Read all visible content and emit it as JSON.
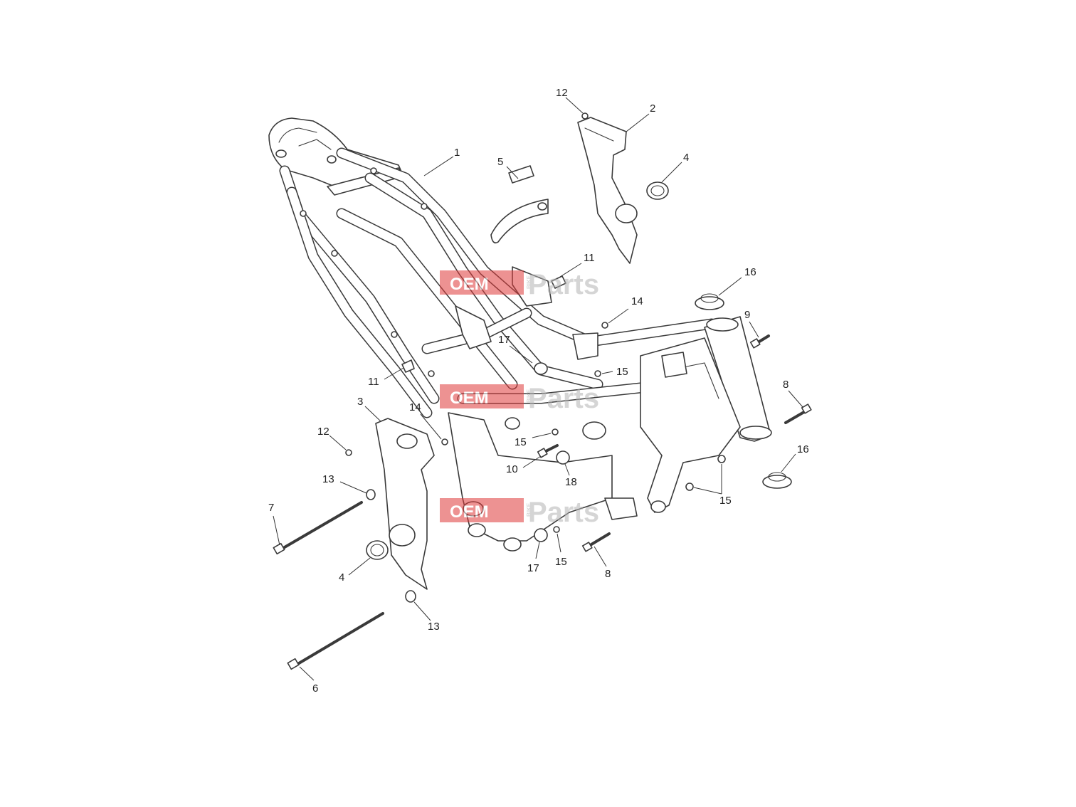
{
  "watermark": {
    "oem": "OEM",
    "bike": "BIKE",
    "parts": "Parts",
    "color_red": "#e03a3a",
    "color_grey": "#b4b4b4"
  },
  "callouts": [
    {
      "id": "c1",
      "text": "1"
    },
    {
      "id": "c2",
      "text": "2"
    },
    {
      "id": "c3",
      "text": "3"
    },
    {
      "id": "c4a",
      "text": "4"
    },
    {
      "id": "c4b",
      "text": "4"
    },
    {
      "id": "c5",
      "text": "5"
    },
    {
      "id": "c6",
      "text": "6"
    },
    {
      "id": "c7",
      "text": "7"
    },
    {
      "id": "c8a",
      "text": "8"
    },
    {
      "id": "c8b",
      "text": "8"
    },
    {
      "id": "c9",
      "text": "9"
    },
    {
      "id": "c10",
      "text": "10"
    },
    {
      "id": "c11a",
      "text": "11"
    },
    {
      "id": "c11b",
      "text": "11"
    },
    {
      "id": "c12a",
      "text": "12"
    },
    {
      "id": "c12b",
      "text": "12"
    },
    {
      "id": "c13a",
      "text": "13"
    },
    {
      "id": "c13b",
      "text": "13"
    },
    {
      "id": "c14a",
      "text": "14"
    },
    {
      "id": "c14b",
      "text": "14"
    },
    {
      "id": "c15a",
      "text": "15"
    },
    {
      "id": "c15b",
      "text": "15"
    },
    {
      "id": "c15c",
      "text": "15"
    },
    {
      "id": "c15d",
      "text": "15"
    },
    {
      "id": "c16a",
      "text": "16"
    },
    {
      "id": "c16b",
      "text": "16"
    },
    {
      "id": "c17a",
      "text": "17"
    },
    {
      "id": "c17b",
      "text": "17"
    },
    {
      "id": "c18",
      "text": "18"
    }
  ]
}
